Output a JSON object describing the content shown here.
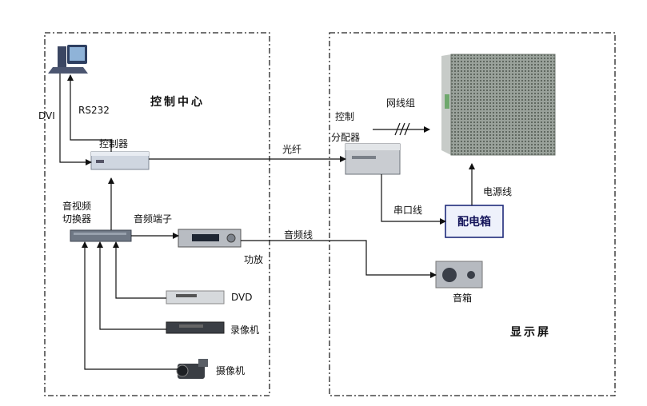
{
  "regions": {
    "control_center": "控制中心",
    "display_screen": "显示屏"
  },
  "devices": {
    "controller": "控制器",
    "switcher_line1": "音视频",
    "switcher_line2": "切换器",
    "amplifier": "功放",
    "dvd": "DVD",
    "vcr": "录像机",
    "camcorder": "摄像机",
    "distributor_line1": "控制",
    "distributor_line2": "分配器",
    "distribution_box": "配电箱",
    "speaker": "音箱"
  },
  "connections": {
    "dvi": "DVI",
    "rs232": "RS232",
    "fiber": "光纤",
    "audio_terminal": "音频端子",
    "audio_cable": "音频线",
    "network_cable": "网线组",
    "serial_cable": "串口线",
    "power_cable": "电源线"
  }
}
